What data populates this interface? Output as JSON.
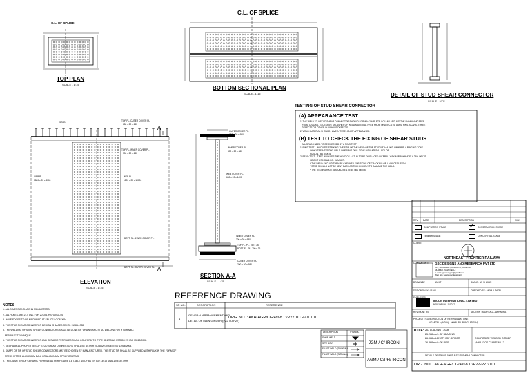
{
  "views": {
    "top_plan": {
      "title": "TOP PLAN",
      "scale": "SCALE - 1:15",
      "cl_label": "C.L. OF SPLICE"
    },
    "bottom_plan": {
      "title": "BOTTOM SECTIONAL PLAN",
      "scale": "SCALE - 1:15",
      "cl_label": "C.L. OF SPLICE"
    },
    "stud_detail": {
      "title": "DETAIL OF STUD SHEAR CONNECTOR",
      "scale": "SCALE - NTS"
    },
    "elevation": {
      "title": "ELEVATION",
      "scale": "SCALE - 1:15",
      "labels": {
        "stud": "STUD",
        "top_cover": "TOP PL. OUTER COVER PL.",
        "top_cover_dim": "650 x 20 x 680",
        "inner_cover": "TOP PL. INNER COVER PL.",
        "inner_cover_dim": "300 x 20 x 680",
        "web_left": "WEB PL.",
        "web_left_dim": "1800 x 20 x 8000",
        "web_right": "WEB PL.",
        "web_right_dim": "1800 x 20 x 10000",
        "bott_inner": "BOTT. PL. INNER COVER PL.",
        "bott_outer": "BOTT. PL. OUTER COVER PL.",
        "section_mark": "A"
      }
    },
    "section_aa": {
      "title": "SECTION A-A",
      "scale": "SCALE - 1:15",
      "labels": {
        "outer_cover": "OUTER COVER PL.",
        "outer_cover_dim": "650 x 20 x 680",
        "inner_cover": "INNER COVER PL.",
        "inner_cover_dim": "300 x 20 x 680",
        "web_cover": "WEB COVER PL.",
        "web_cover_dim": "600 x 20 x 1400",
        "inner_cover_b": "INNER COVER PL.",
        "inner_cover_b_dim": "300 x 20 x 680",
        "top_fl": "TOP FL. PL. 750 x 36",
        "bott_fl": "BOTT. FL. PL. 700 x 36",
        "outer_cover_b": "OUTER COVER PL.",
        "outer_cover_b_dim": "700 x 20 x 680"
      }
    }
  },
  "testing": {
    "heading": "TESTING OF STUD SHEAR CONNECTOR",
    "a_title": "(A)  APPEARANCE TEST",
    "a_lines": [
      "1. THE WELD TO A STUD SHEAR CONNECTOR SHOULD FORM A COMPLETE COLLAR AROUND THE SHANK AND FREE",
      "   FROM CRACKS. EXCESSIVE SPLASHES OF WELD MATERIAL, FREE FROM UNDERCUTS, LAPS, FINS, SCARS, THREE",
      "   DEFECTS OR OTHER INJURIOUS DEFECTS.",
      "2. WELD MATERIAL SHOULD HAVE A \"STEEL BLUE\" APPEARANCE."
    ],
    "b_title": "(B)  TEST TO CHECK THE FIXING OF SHEAR STUDS",
    "b_lines": [
      "   ALL STUDS NEED TO BE CHECKED BY A RING TEST",
      "1. RING TEST    INVOLVES STRIKING THE SIDE OF THE HEAD OF THE STUD WITH A 2KG. HAMMER. A RINGING TONE",
      "                INDICATES A STRONG WELD WHEREAS DULL TONE INDICATES A LACK OF",
      "                FUSION. (BS 5400-6)",
      "2. BEND TEST    TEST INVOLVES THE HEAD OF A STUD TO BE DISPLACED LATERALLY BY APPROXIMATELY 25% OF ITS",
      "                HEIGHT USING A 6 KG. HAMMER.",
      "                * THE WELD SHOULD THEN BE CHECKED FOR SIGNS OF CRACKING OR LACK OF FUSION.",
      "                * STUD SHOULD NOT BE BENT BACK AS THIS IS LIKELY TO DAMAGE THE WELD.",
      "                * THE TESTING RATE SHOULD BE 1 IN 50 ( BS 5400-6)"
    ]
  },
  "reference": {
    "heading": "REFERENCE DRAWING",
    "headers": [
      "SR NO.",
      "DESCRIPTION",
      "REFERENCE"
    ],
    "rows": [
      {
        "sr": "1",
        "desc_1": "GENERAL ARRANGEMENT AND",
        "desc_2": "DETAIL OF MAIN GIRDER (P22 TO P27)",
        "ref": "DRG. NO. : AKH-AGR/CG/4x68.1\"/P22 TO P27/ 101"
      }
    ]
  },
  "notes": {
    "heading": "NOTES",
    "items": [
      "1. ALL DIMENSIONS ARE IN MILLIMETERS.",
      "2. ALL HOLES ARE 21.5 DIA. FOR 20 DIA. HSFG BOLTS.",
      "3. HOLE EDGES TO BE MACHINED AT SPLICE LOCATION.",
      "4. THE STUD SHEAR CONNECTOR DESIGN IS BASED ON IS : 11384-1985.",
      "5. THE WELDING OF STUD SHEAR CONNECTORS SHALL BE DONE BY \"DRAWN ARC STUD WELDING WITH CERAMIC",
      "   FERRULE\" TECHNIQUE.",
      "6. THE STUD SHEAR CONNECTOR AND CERAMIC FERRULES SHALL CONFORM TO TYPE SD1/SD AS PER BS EN ISO 13918:2008.",
      "7. MECHANICAL PROPERTIES OF STUD SHEAR CONNECTORS SHALL BE AS PER ISO 8820 / BS EN ISO 13918:2008.",
      "8. SHAPE OF TIP OF STUD SHEAR CONNECTORS MAY BE CHOSEN BY MANUFACTURER. THE STUD TIP SHALL BE SUPPLIED WITH FLUX IN THE FORM OF",
      "   PRESS FITTED ALUMINIUM BALL OR ALUMINIUM SPRAY COATING.",
      "9. THE DIAMETER OF CERAMIC FERRULE AS PER FIGURE 1 & TABLE 10 OF BS EN ISO 13918 SHALL BE 30.7mm"
    ]
  },
  "legend": {
    "headers": [
      "DESCRIPTION",
      "SYMBOL"
    ],
    "rows": [
      "SHOP WELD",
      "SITE BOLT",
      "FILLET WELD (SHOP/ALL)",
      "FILLET WELD (SITE/ALL)"
    ]
  },
  "stamps": {
    "jgm": "JGM / C/ IRCON",
    "agm": "AGM / C/PH/ IRCON"
  },
  "title_block": {
    "rev_headers": [
      "REV.",
      "DATE",
      "DESCRIPTION",
      "SIGN"
    ],
    "completion": "COMPLETION STAGE",
    "construction": "CONSTRUCTION STAGE",
    "tender": "TENDER STAGE",
    "conceptual": "CONCEPTUAL STAGE",
    "client_label": "CLIENT:",
    "client": "NORTHEAST FRONTIER RAILWAY",
    "consultant_label": "CONSULTANT:",
    "consultant": "GSC DESIGNS AND RESEARCH PVT LTD",
    "consultant_lines": [
      "101, GUWAHATI, KOLKATA, KANPUR",
      "MUMBAI, NEW DELHI",
      "E-mail : gscdesigns@gmail.com",
      "Web site : www.gscdesigns.in"
    ],
    "drawn": "DRAWN BY :",
    "drawn_by": "ANKIT",
    "scale_txt": "SCALE : AS SHOWN",
    "designed": "DESIGNED BY : VIJAY",
    "checked": "CHECKED BY : MEHUL PATEL",
    "employer_label": "EMPLOYER:",
    "employer": "IRCON INTERNATIONAL LIMITED",
    "employer_sub": "NEW DELHI - 110017",
    "revision": "REVISION : R0",
    "section": "SECTION : AGARTALA - AKHAURA",
    "project": "PROJECT : CONSTRUCTION OF NEW RAILWAY LINE",
    "project2": "AGARTALA (INDIA) - AKHAURA (BANGLADESH)",
    "title_label": "TITLE:",
    "title_left": [
      "267 LOADING - 2008",
      "25.268m c/c OF BEARING",
      "26.068m LENGTH OF GIRDER",
      "26.368m c/c OF PIER"
    ],
    "title_right": [
      "COMPOSITE WELDED GIRDER",
      "(4x68.1\" OF CURVE 68.1\")"
    ],
    "title_bottom": "DETAILS OF SPLICE JOINT & STUD SHEAR CONNECTOR",
    "drg_no": "DRG. NO. : AKH-AGR/CG/4x68.1\"/P22-P27/101"
  }
}
